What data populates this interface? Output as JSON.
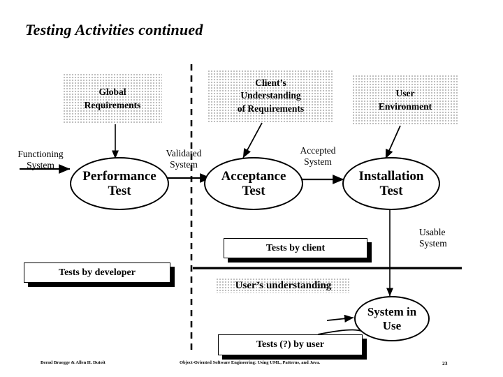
{
  "slide": {
    "title": "Testing Activities continued",
    "page_number": "23"
  },
  "inputs": [
    {
      "id": "global-requirements",
      "text_lines": [
        "Global",
        "Requirements"
      ]
    },
    {
      "id": "clients-understanding",
      "text_lines": [
        "Client’s",
        "Understanding",
        "of Requirements"
      ]
    },
    {
      "id": "user-environment",
      "text_lines": [
        "User",
        "Environment"
      ]
    }
  ],
  "activities": [
    {
      "id": "performance-test",
      "line1": "Performance",
      "line2": "Test"
    },
    {
      "id": "acceptance-test",
      "line1": "Acceptance",
      "line2": "Test"
    },
    {
      "id": "installation-test",
      "line1": "Installation",
      "line2": "Test"
    },
    {
      "id": "system-in-use",
      "line1": "System in",
      "line2": "Use"
    }
  ],
  "flow_labels": [
    {
      "id": "functioning-system",
      "line1": "Functioning",
      "line2": "System"
    },
    {
      "id": "validated-system",
      "line1": "Validated",
      "line2": "System"
    },
    {
      "id": "accepted-system",
      "line1": "Accepted",
      "line2": "System"
    },
    {
      "id": "usable-system",
      "line1": "Usable",
      "line2": "System"
    }
  ],
  "legend_boxes": [
    {
      "id": "tests-by-developer",
      "label": "Tests by developer"
    },
    {
      "id": "tests-by-client",
      "label": "Tests by client"
    },
    {
      "id": "tests-by-user",
      "label": "Tests (?)  by user"
    }
  ],
  "annotations": [
    {
      "id": "users-understanding",
      "label": "User’s understanding"
    }
  ],
  "footer": {
    "authors": "Bernd Bruegge & Allen H. Dutoit",
    "book": "Object-Oriented Software Engineering: Using UML, Patterns, and Java."
  },
  "colors": {
    "ink": "#000000",
    "paper": "#ffffff"
  }
}
